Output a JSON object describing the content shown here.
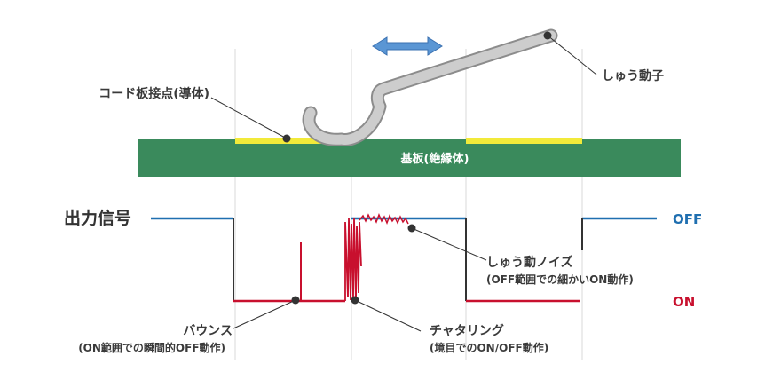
{
  "labels": {
    "contact_label": "コード板接点(導体)",
    "slider_label": "しゅう動子",
    "substrate_label": "基板(絶縁体)",
    "output_label": "出力信号",
    "off_label": "OFF",
    "on_label": "ON",
    "noise_title": "しゅう動ノイズ",
    "noise_desc": "(OFF範囲での細かいON動作)",
    "bounce_title": "バウンス",
    "bounce_desc": "(ON範囲での瞬間的OFF動作)",
    "chatter_title": "チャタリング",
    "chatter_desc": "(境目でのON/OFF動作)"
  },
  "colors": {
    "substrate": "#3a8a5c",
    "contact": "#f2ea3a",
    "slider_fill": "#c9c9c9",
    "slider_stroke": "#8c8c8c",
    "arrow": "#4a86c8",
    "off_signal": "#1f6fb0",
    "on_signal": "#c8102e",
    "guide": "#d8d8d8",
    "leader": "#333333"
  }
}
